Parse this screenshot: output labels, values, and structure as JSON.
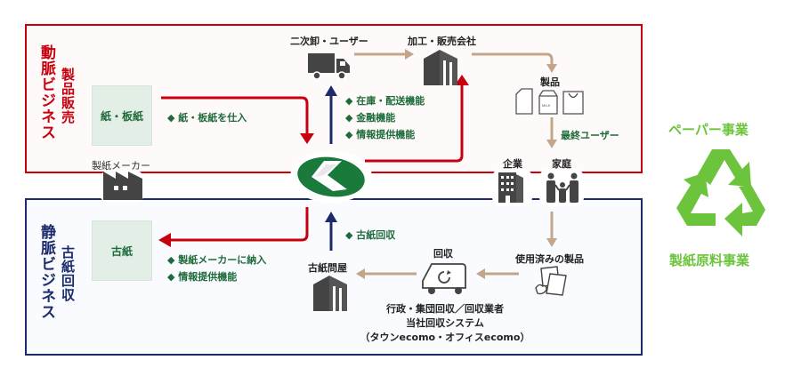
{
  "upper": {
    "title": "動脈ビジネス",
    "subtitle": "製品販売",
    "source_box": "紙・板紙",
    "source_note": "◆ 紙・板紙を仕入",
    "wholesale_label": "二次卸・ユーザー",
    "processor_label": "加工・販売会社",
    "products_label": "製品",
    "functions": [
      "◆ 在庫・配送機能",
      "◆ 金融機能",
      "◆ 情報提供機能"
    ],
    "end_user_label": "最終ユーザー"
  },
  "shared": {
    "paper_maker_label": "製紙メーカー",
    "company_label": "企業",
    "household_label": "家庭"
  },
  "lower": {
    "title": "静脈ビジネス",
    "subtitle": "古紙回収",
    "source_box": "古紙",
    "source_notes": [
      "◆ 製紙メーカーに納入",
      "◆ 情報提供機能"
    ],
    "collection_note": "◆ 古紙回収",
    "wholesaler_label": "古紙問屋",
    "collection_label": "回収",
    "used_products_label": "使用済みの製品",
    "collection_desc": [
      "行政・集団回収／回収業者",
      "当社回収システム",
      "（タウンecomo・オフィスecomo）"
    ]
  },
  "recycle": {
    "top_label": "ペーパー事業",
    "bottom_label": "製紙原料事業"
  },
  "colors": {
    "upper_accent": "#c8000d",
    "lower_accent": "#1b2b6b",
    "note_green": "#1e6b3a",
    "flow_tan": "#c4a58a",
    "recycle_green": "#6cc43c",
    "logo_green": "#1a7a3c"
  }
}
